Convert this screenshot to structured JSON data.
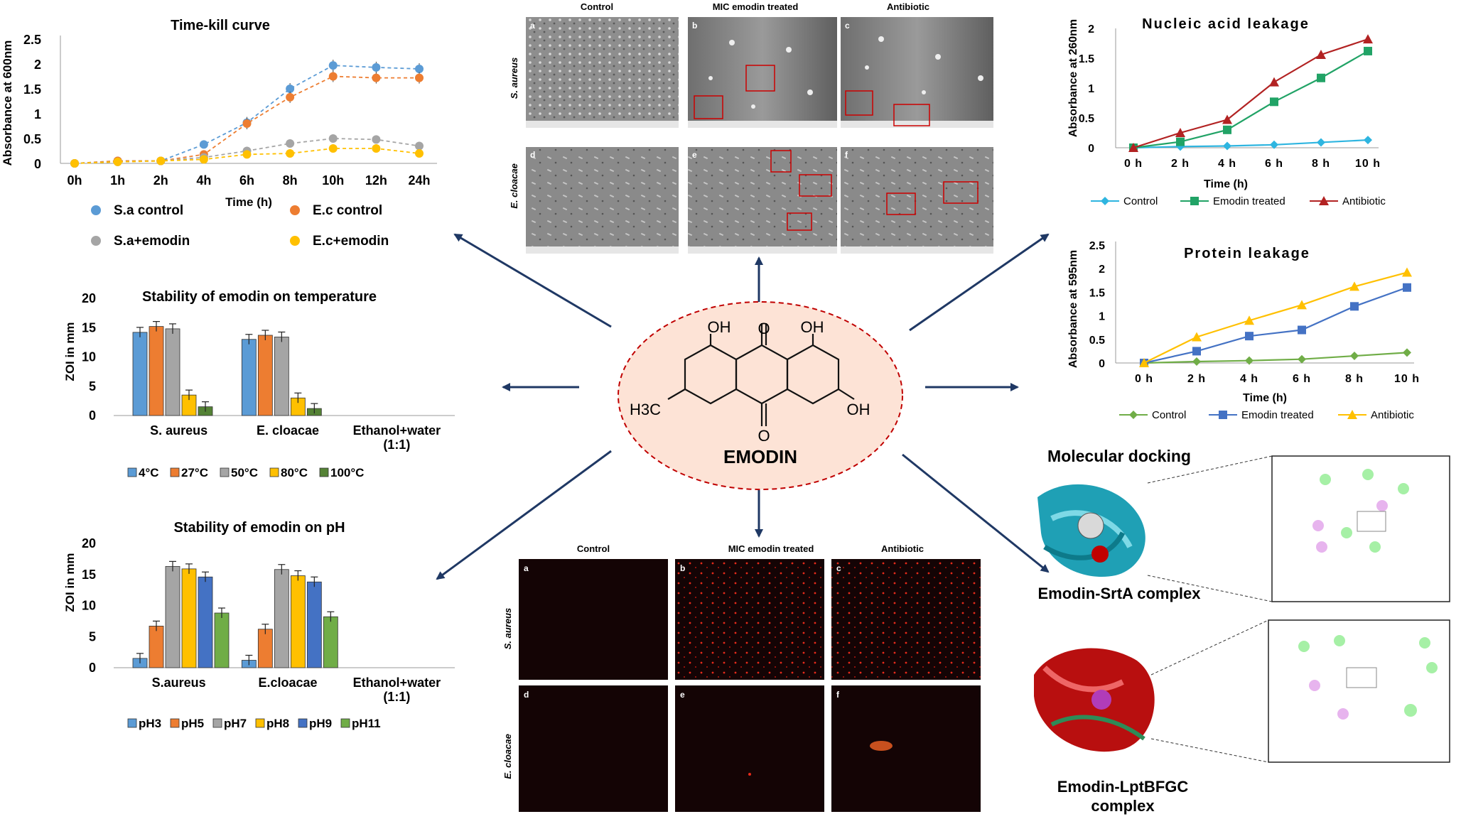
{
  "center": {
    "label": "EMODIN"
  },
  "molecule": {
    "oh1": "OH",
    "o_top": "O",
    "oh2": "OH",
    "methyl": "H3C",
    "oh3": "OH",
    "o_bottom": "O"
  },
  "time_kill": {
    "title": "Time-kill curve",
    "ylabel": "Absorbance at 600nm",
    "xlabel": "Time (h)",
    "categories": [
      "0h",
      "1h",
      "2h",
      "4h",
      "6h",
      "8h",
      "10h",
      "12h",
      "24h"
    ],
    "yticks": [
      "0",
      "0.5",
      "1",
      "1.5",
      "2",
      "2.5"
    ],
    "ylim": [
      0,
      2.5
    ],
    "series": [
      {
        "name": "S.a control",
        "color": "#5b9bd5",
        "values": [
          0,
          0.05,
          0.05,
          0.38,
          0.82,
          1.5,
          1.97,
          1.93,
          1.9
        ]
      },
      {
        "name": "E.c control",
        "color": "#ed7d31",
        "values": [
          0,
          0.05,
          0.05,
          0.18,
          0.8,
          1.33,
          1.75,
          1.72,
          1.72
        ]
      },
      {
        "name": "S.a+emodin",
        "color": "#a5a5a5",
        "values": [
          0,
          0.03,
          0.05,
          0.12,
          0.25,
          0.4,
          0.5,
          0.48,
          0.35
        ]
      },
      {
        "name": "E.c+emodin",
        "color": "#ffc000",
        "values": [
          0,
          0.03,
          0.05,
          0.08,
          0.18,
          0.2,
          0.3,
          0.3,
          0.2
        ]
      }
    ]
  },
  "temp_chart": {
    "title": "Stability of emodin on temperature",
    "ylabel": "ZOI in mm",
    "categories": [
      "S. aureus",
      "E. cloacae",
      "Ethanol+water\n(1:1)"
    ],
    "yticks": [
      "0",
      "5",
      "10",
      "15",
      "20"
    ],
    "ylim": [
      0,
      20
    ],
    "series": [
      {
        "name": "4°C",
        "color": "#5b9bd5",
        "values": [
          14.2,
          13,
          0
        ]
      },
      {
        "name": "27°C",
        "color": "#ed7d31",
        "values": [
          15.2,
          13.7,
          0
        ]
      },
      {
        "name": "50°C",
        "color": "#a5a5a5",
        "values": [
          14.8,
          13.4,
          0
        ]
      },
      {
        "name": "80°C",
        "color": "#ffc000",
        "values": [
          3.5,
          3,
          0
        ]
      },
      {
        "name": "100°C",
        "color": "#548235",
        "values": [
          1.5,
          1.2,
          0
        ]
      }
    ]
  },
  "ph_chart": {
    "title": "Stability of emodin on pH",
    "ylabel": "ZOI in mm",
    "categories": [
      "S.aureus",
      "E.cloacae",
      "Ethanol+water\n(1:1)"
    ],
    "yticks": [
      "0",
      "5",
      "10",
      "15",
      "20"
    ],
    "ylim": [
      0,
      20
    ],
    "series": [
      {
        "name": "pH3",
        "color": "#5b9bd5",
        "values": [
          1.5,
          1.2,
          0
        ]
      },
      {
        "name": "pH5",
        "color": "#ed7d31",
        "values": [
          6.7,
          6.2,
          0
        ]
      },
      {
        "name": "pH7",
        "color": "#a5a5a5",
        "values": [
          16.3,
          15.8,
          0
        ]
      },
      {
        "name": "pH8",
        "color": "#ffc000",
        "values": [
          15.9,
          14.8,
          0
        ]
      },
      {
        "name": "pH9",
        "color": "#4472c4",
        "values": [
          14.6,
          13.8,
          0
        ]
      },
      {
        "name": "pH11",
        "color": "#70ad47",
        "values": [
          8.8,
          8.2,
          0
        ]
      }
    ]
  },
  "nucleic": {
    "title": "Nucleic acid leakage",
    "ylabel": "Absorbance at 260nm",
    "xlabel": "Time (h)",
    "categories": [
      "0 h",
      "2 h",
      "4 h",
      "6 h",
      "8 h",
      "10 h"
    ],
    "yticks": [
      "0",
      "0.5",
      "1",
      "1.5",
      "2"
    ],
    "ylim": [
      0,
      2
    ],
    "series": [
      {
        "name": "Control",
        "color": "#2eb5e0",
        "marker": "diamond",
        "values": [
          0,
          0.02,
          0.03,
          0.05,
          0.09,
          0.13
        ]
      },
      {
        "name": "Emodin treated",
        "color": "#21a366",
        "marker": "square",
        "values": [
          0,
          0.1,
          0.3,
          0.77,
          1.17,
          1.62
        ]
      },
      {
        "name": "Antibiotic",
        "color": "#b22222",
        "marker": "triangle",
        "values": [
          0,
          0.25,
          0.47,
          1.1,
          1.56,
          1.82
        ]
      }
    ]
  },
  "protein": {
    "title": "Protein leakage",
    "ylabel": "Absorbance at 595nm",
    "xlabel": "Time (h)",
    "categories": [
      "0 h",
      "2 h",
      "4 h",
      "6 h",
      "8 h",
      "10 h"
    ],
    "yticks": [
      "0",
      "0.5",
      "1",
      "1.5",
      "2",
      "2.5"
    ],
    "ylim": [
      0,
      2.5
    ],
    "series": [
      {
        "name": "Control",
        "color": "#70ad47",
        "marker": "diamond",
        "values": [
          0,
          0.03,
          0.05,
          0.08,
          0.15,
          0.22
        ]
      },
      {
        "name": "Emodin treated",
        "color": "#4472c4",
        "marker": "square",
        "values": [
          0,
          0.25,
          0.57,
          0.7,
          1.2,
          1.6
        ]
      },
      {
        "name": "Antibiotic",
        "color": "#ffc000",
        "marker": "triangle",
        "values": [
          0,
          0.55,
          0.9,
          1.23,
          1.62,
          1.92
        ]
      }
    ]
  },
  "sem": {
    "cols": [
      "Control",
      "MIC emodin treated",
      "Antibiotic"
    ],
    "rows": [
      "S. aureus",
      "E. cloacae"
    ],
    "panels": [
      "a",
      "b",
      "c",
      "d",
      "e",
      "f"
    ]
  },
  "fluor": {
    "cols": [
      "Control",
      "MIC emodin treated",
      "Antibiotic"
    ],
    "rows": [
      "S. aureus",
      "E. cloacae"
    ],
    "panels": [
      "a",
      "b",
      "c",
      "d",
      "e",
      "f"
    ]
  },
  "docking": {
    "title": "Molecular docking",
    "complex1": "Emodin-SrtA complex",
    "complex2_line1": "Emodin-LptBFGC",
    "complex2_line2": "complex"
  }
}
